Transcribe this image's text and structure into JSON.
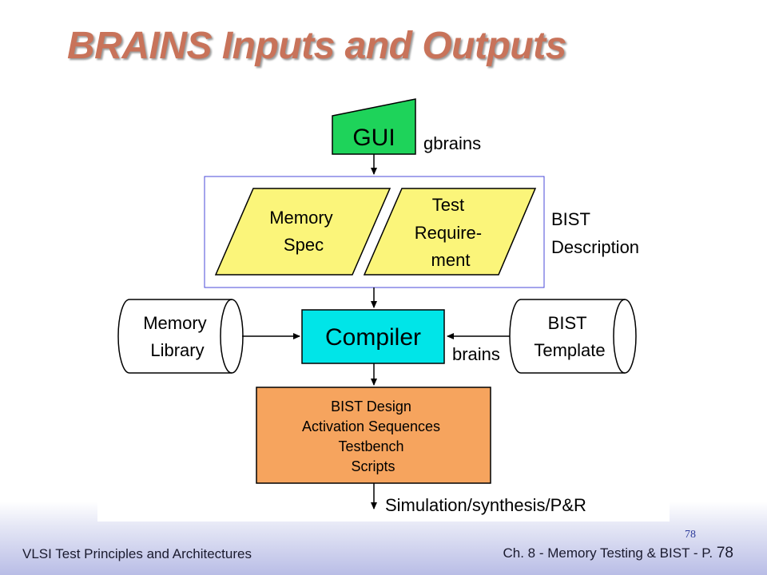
{
  "slide": {
    "title": "BRAINS Inputs and Outputs",
    "footer_left": "VLSI Test Principles and Architectures",
    "footer_right_prefix": "Ch. 8 - Memory Testing & BIST - P.",
    "footer_right_page": "78",
    "slide_number": "78"
  },
  "diagram": {
    "gui": "GUI",
    "gbrains": "gbrains",
    "memory_spec": [
      "Memory",
      "Spec"
    ],
    "test_requirement": [
      "Test",
      "Require-",
      "ment"
    ],
    "bist_description": [
      "BIST",
      "Description"
    ],
    "memory_library": [
      "Memory",
      "Library"
    ],
    "compiler": "Compiler",
    "bist_template": [
      "BIST",
      "Template"
    ],
    "brains": "brains",
    "outputs": [
      "BIST Design",
      "Activation Sequences",
      "Testbench",
      "Scripts"
    ],
    "simulation": "Simulation/synthesis/P&R"
  },
  "colors": {
    "title": "#c8735a",
    "gui_fill": "#1ed35a",
    "spec_fill": "#fbf57a",
    "compiler_fill": "#00e5e8",
    "output_fill": "#f6a45e",
    "frame": "#4a4ad8"
  }
}
